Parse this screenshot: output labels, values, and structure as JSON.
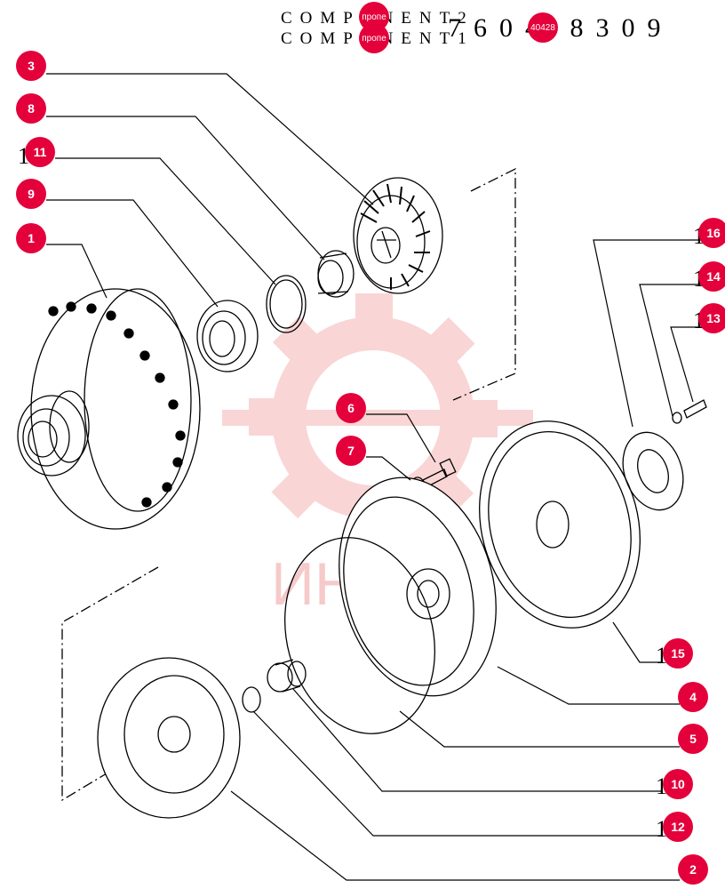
{
  "header": {
    "line1": "COMPONENT2",
    "line2": "COMPONENT1",
    "part_number": "7604 8309",
    "badge_top_1": "пропе",
    "badge_top_2": "пропе",
    "badge_top_3": "40428"
  },
  "watermark": {
    "text": "ИНТЕХ",
    "color": "#f3b5b5"
  },
  "callouts": [
    {
      "id": "3",
      "label": "3"
    },
    {
      "id": "8",
      "label": "8"
    },
    {
      "id": "11",
      "label": "11"
    },
    {
      "id": "9",
      "label": "9"
    },
    {
      "id": "1",
      "label": "1"
    },
    {
      "id": "6",
      "label": "6"
    },
    {
      "id": "7",
      "label": "7"
    },
    {
      "id": "16",
      "label": "16"
    },
    {
      "id": "14",
      "label": "14"
    },
    {
      "id": "13",
      "label": "13"
    },
    {
      "id": "15",
      "label": "15"
    },
    {
      "id": "4",
      "label": "4"
    },
    {
      "id": "5",
      "label": "5"
    },
    {
      "id": "10",
      "label": "10"
    },
    {
      "id": "12",
      "label": "12"
    },
    {
      "id": "2",
      "label": "2"
    }
  ],
  "colors": {
    "badge": "#e4003a",
    "line": "#000000"
  }
}
